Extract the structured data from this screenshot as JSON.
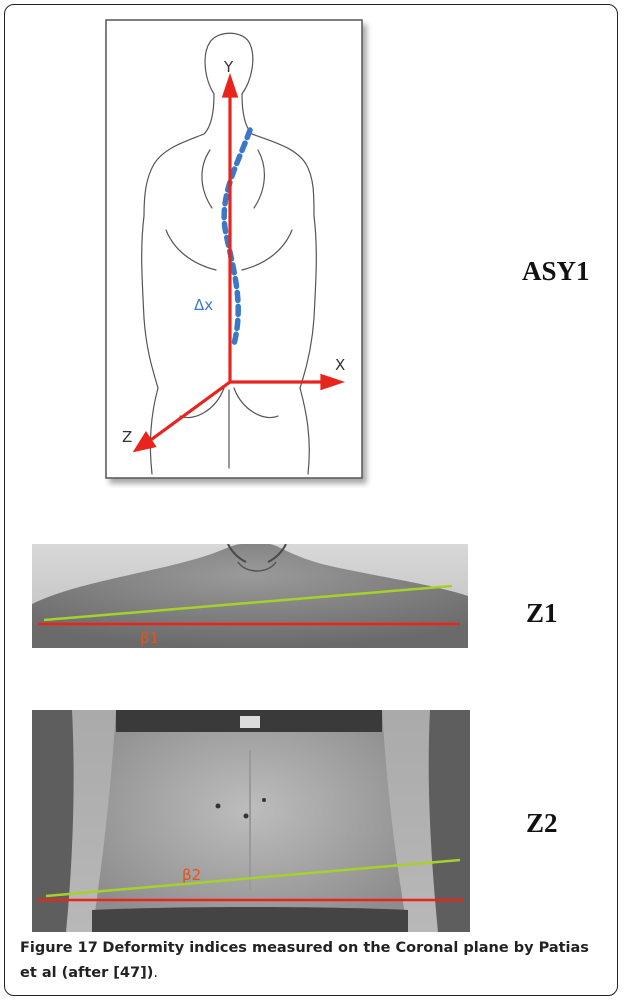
{
  "figure": {
    "panel_labels": {
      "asy1": "ASY1",
      "z1": "Z1",
      "z2": "Z2"
    },
    "diagram_text": {
      "axis_y": "Y",
      "axis_x": "X",
      "axis_z": "Z",
      "delta_x": "Δx",
      "beta1": "β1",
      "beta2": "β2"
    },
    "caption": {
      "figure_number": "Figure 17",
      "title": "Deformity indices measured on the Coronal plane by Patias et al (after [47])",
      "end": "."
    },
    "colors": {
      "axis_red": "#e8241c",
      "spine_blue": "#3b78c8",
      "line_green": "#a4d22b",
      "label_orange": "#e0541f"
    }
  }
}
